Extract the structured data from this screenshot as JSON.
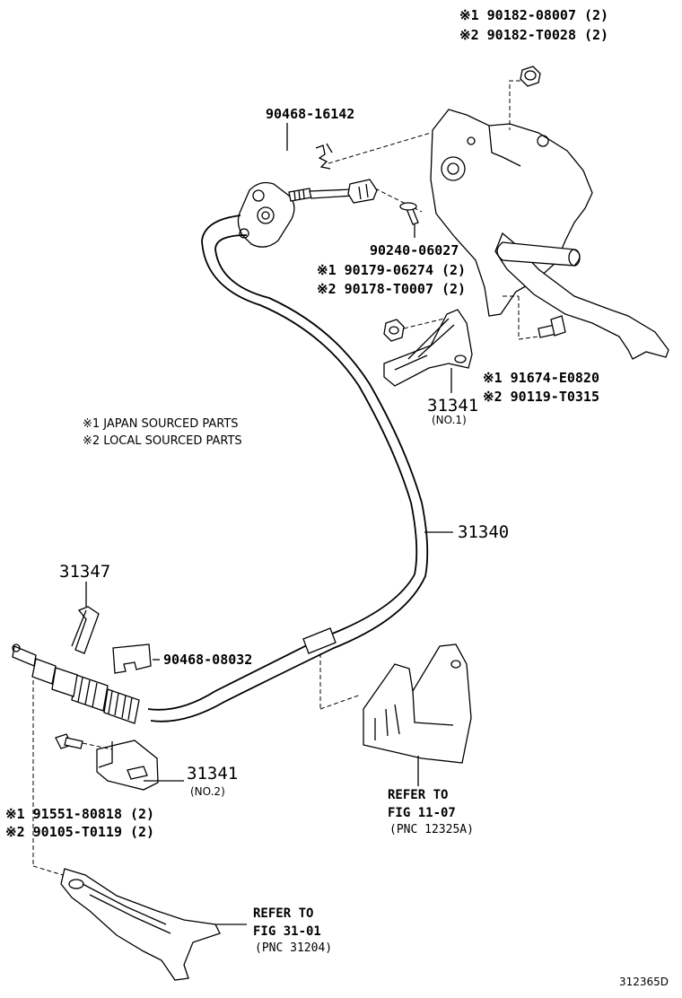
{
  "labels": {
    "nut_top_1": "※1 90182-08007 (2)",
    "nut_top_2": "※2 90182-T0028 (2)",
    "clip_top": "90468-16142",
    "pin": "90240-06027",
    "nut_mid_1": "※1 90179-06274 (2)",
    "nut_mid_2": "※2 90178-T0007 (2)",
    "bolt_mid_1": "※1 91674-E0820",
    "bolt_mid_2": "※2 90119-T0315",
    "bracket_no1": "31341",
    "bracket_no1_sub": "(NO.1)",
    "cable": "31340",
    "clip_lower": "31347",
    "clip_lower2": "90468-08032",
    "bracket_no2": "31341",
    "bracket_no2_sub": "(NO.2)",
    "bolt_low_1": "※1 91551-80818 (2)",
    "bolt_low_2": "※2 90105-T0119 (2)",
    "ref_mid_1": "REFER TO",
    "ref_mid_2": "FIG 11-07",
    "ref_mid_3": "(PNC 12325A)",
    "ref_low_1": "REFER TO",
    "ref_low_2": "FIG 31-01",
    "ref_low_3": "(PNC 31204)",
    "diagram_id": "312365D"
  },
  "notes": {
    "note_1": "※1 JAPAN SOURCED PARTS",
    "note_2": "※2 LOCAL SOURCED PARTS"
  }
}
